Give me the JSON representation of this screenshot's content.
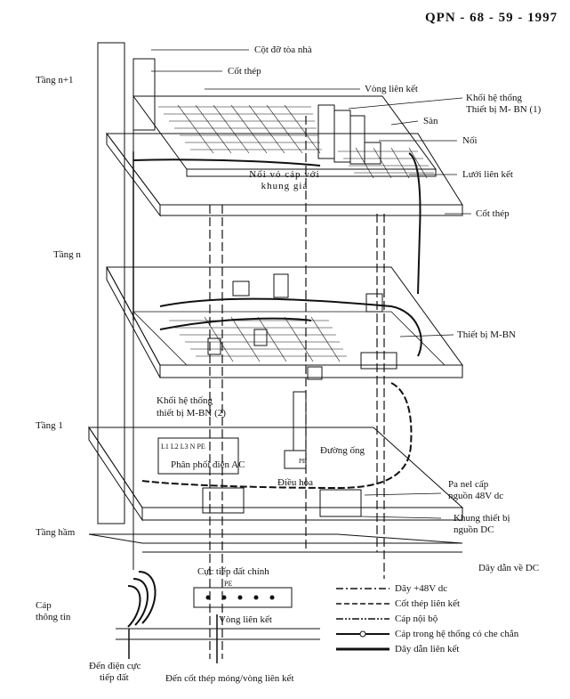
{
  "doc_id": "QPN - 68 - 59 - 1997",
  "labels": {
    "building_column": "Cột đỡ tòa nhà",
    "rebar_top": "Cốt thép",
    "bonding_ring_top": "Vòng liên kết",
    "system_block_1_line1": "Khối hệ thống",
    "system_block_1_line2": "Thiết bị M- BN (1)",
    "floor_slab": "Sàn",
    "joint": "Nối",
    "bonding_mesh": "Lưới liên kết",
    "raised_floor_line1": "Nối vỏ cáp với",
    "raised_floor_line2": "khung giá",
    "rebar_mid": "Cốt thép",
    "floor_n1": "Tầng n+1",
    "floor_n": "Tầng n",
    "mbn_equipment": "Thiết bị M-BN",
    "system_block_2_line1": "Khối hệ thống",
    "system_block_2_line2": "thiết bị M-BN (2)",
    "floor_1": "Tầng 1",
    "ac_terminals": "L1 L2 L3 N PE",
    "ac_distribution": "Phân phối điện AC",
    "pipe": "Đường ống",
    "air_conditioner": "Điều hòa",
    "pe_small": "PE",
    "panel_48v_line1": "Pa nel cấp",
    "panel_48v_line2": "nguồn 48V dc",
    "dc_frame_line1": "Khung thiết bị",
    "dc_frame_line2": "nguồn DC",
    "basement": "Tầng hầm",
    "dc_return": "Dây dẫn về DC",
    "main_earth_terminal": "Cực tiếp đất chính",
    "main_pe": "PE",
    "bonding_ring_bottom": "Vòng liên kết",
    "comm_cable_line1": "Cáp",
    "comm_cable_line2": "thông tin",
    "to_earth_line1": "Đến điện cực",
    "to_earth_line2": "tiếp đất",
    "to_foundation": "Đến cốt thép móng/vòng liên kết"
  },
  "legend": [
    {
      "style": "dashdot",
      "text": "Dây +48V dc"
    },
    {
      "style": "dashed",
      "text": "Cốt thép liên kết"
    },
    {
      "style": "dashdotdot",
      "text": "Cáp nội bộ"
    },
    {
      "style": "shielded",
      "text": "Cáp trong hệ thống có che chắn"
    },
    {
      "style": "thick",
      "text": "Dây dẫn liên kết"
    }
  ]
}
